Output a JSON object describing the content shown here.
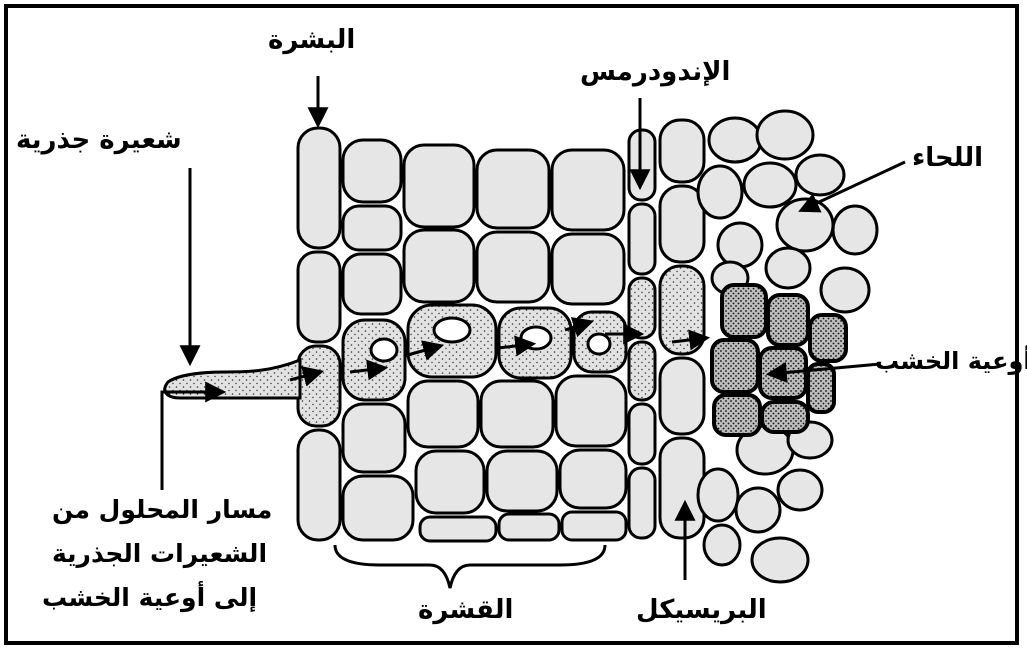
{
  "labels": {
    "epidermis": "البشرة",
    "root_hair": "شعيرة جذرية",
    "endodermis": "الإندودرمس",
    "phloem": "اللحاء",
    "xylem_vessels": "أوعية الخشب",
    "path_line1": "مسار المحلول من",
    "path_line2": "الشعيرات الجذرية",
    "path_line3": "إلى أوعية الخشب",
    "cortex": "القشرة",
    "pericycle": "البريسيكل"
  }
}
